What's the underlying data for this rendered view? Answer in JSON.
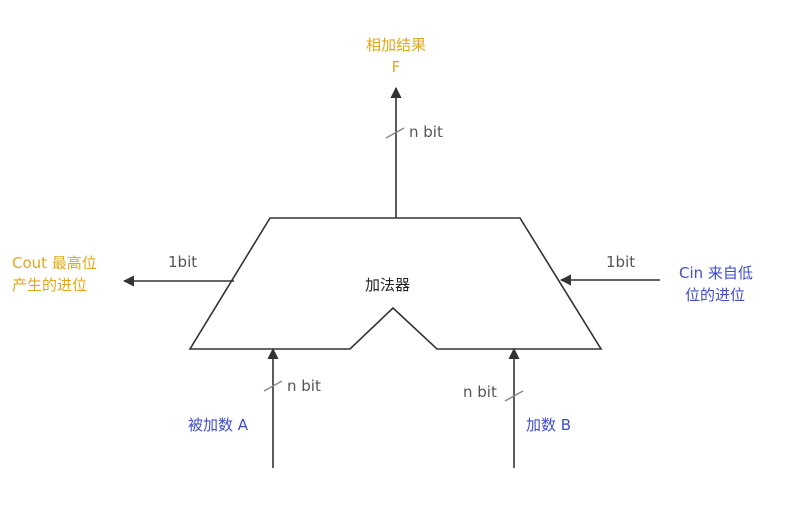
{
  "colors": {
    "output_text": "#e0a81b",
    "input_text": "#3f4fc8",
    "bit_label": "#555555",
    "line": "#333333"
  },
  "diagram": {
    "adder_label": "加法器",
    "output_f": {
      "line1": "相加结果",
      "line2": "F",
      "width": "n bit"
    },
    "carry_out": {
      "line1": "Cout 最高位",
      "line2": "产生的进位",
      "width": "1bit"
    },
    "carry_in": {
      "line1": "Cin 来自低",
      "line2": "位的进位",
      "width": "1bit"
    },
    "input_a": {
      "label": "被加数 A",
      "width": "n bit"
    },
    "input_b": {
      "label": "加数 B",
      "width": "n bit"
    }
  }
}
